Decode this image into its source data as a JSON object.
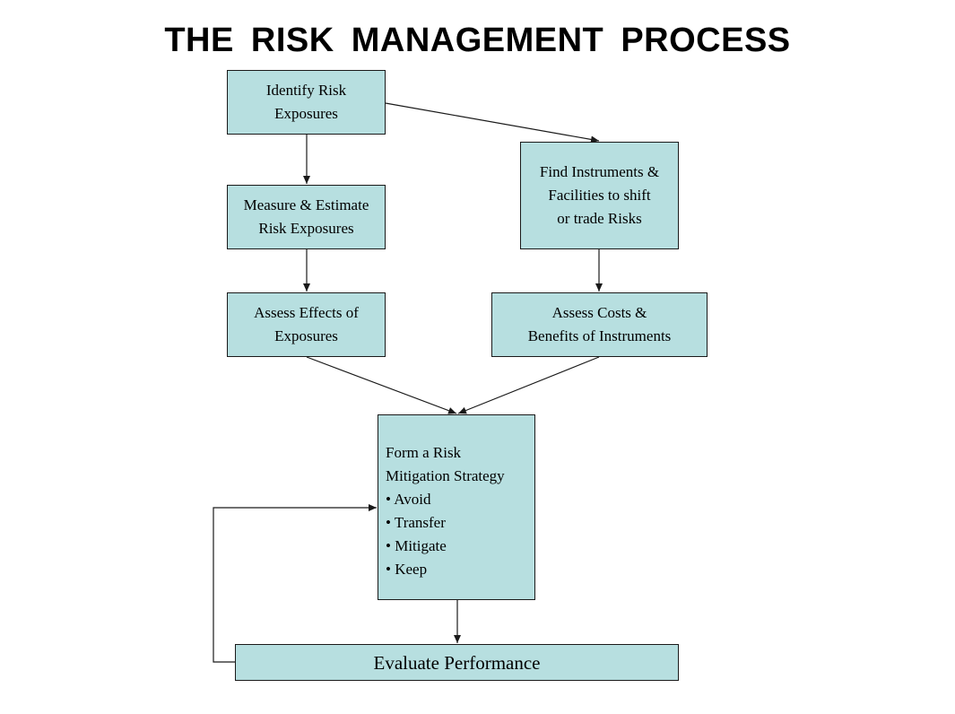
{
  "title": "THE  RISK  MANAGEMENT  PROCESS",
  "colors": {
    "box_fill": "#b7dfe0",
    "stroke": "#1a1a1a"
  },
  "nodes": {
    "identify": {
      "lines": [
        "Identify Risk",
        "Exposures"
      ]
    },
    "measure": {
      "lines": [
        "Measure & Estimate",
        "Risk Exposures"
      ]
    },
    "assess_effects": {
      "lines": [
        "Assess Effects of",
        "Exposures"
      ]
    },
    "find_instruments": {
      "lines": [
        "Find Instruments &",
        "Facilities to shift",
        "or trade Risks"
      ]
    },
    "assess_costs": {
      "lines": [
        "Assess Costs &",
        "Benefits of Instruments"
      ]
    },
    "strategy": {
      "lines": [
        "Form a Risk",
        "Mitigation Strategy"
      ],
      "bullets": [
        "Avoid",
        "Transfer",
        "Mitigate",
        "Keep"
      ]
    },
    "evaluate": {
      "lines": [
        "Evaluate Performance"
      ]
    }
  }
}
